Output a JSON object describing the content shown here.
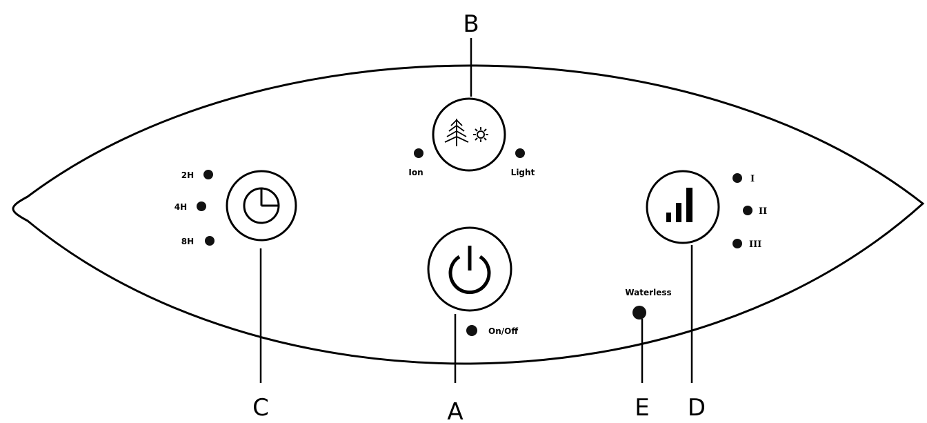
{
  "callouts": {
    "a": "A",
    "b": "B",
    "c": "C",
    "d": "D",
    "e": "E"
  },
  "buttons": {
    "power": {
      "icon": "power-icon"
    },
    "ion_light": {
      "icon": "tree-and-sun-icon"
    },
    "timer": {
      "icon": "clock-icon"
    },
    "speed": {
      "icon": "signal-bars-icon"
    }
  },
  "indicators": {
    "on_off": "On/Off",
    "ion": "Ion",
    "light": "Light",
    "timer_2h": "2H",
    "timer_4h": "4H",
    "timer_8h": "8H",
    "speed_1": "I",
    "speed_2": "II",
    "speed_3": "III",
    "waterless": "Waterless"
  },
  "colors": {
    "line": "#000000",
    "background": "#ffffff",
    "indicator_led": "#111111"
  }
}
